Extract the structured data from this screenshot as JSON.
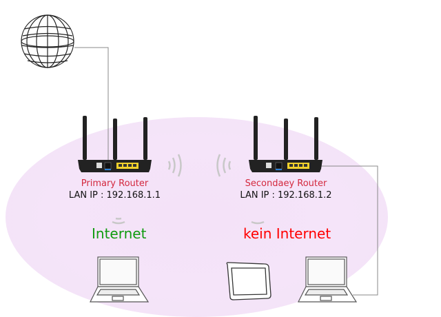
{
  "diagram": {
    "title": "Router network diagram",
    "colors": {
      "wifi_zone": "#f4e2f8",
      "router_label": "#d3283d",
      "internet_ok": "#0f9b0f",
      "internet_fail": "#ff0000",
      "cable": "#888888"
    },
    "nodes": {
      "internet": {
        "icon": "globe-icon"
      },
      "primary_router": {
        "icon": "router-icon",
        "name": "Primary Router",
        "ip_label": "LAN IP : 192.168.1.1"
      },
      "secondary_router": {
        "icon": "router-icon",
        "name": "Secondaey Router",
        "ip_label": "LAN IP : 192.168.1.2"
      },
      "laptop_primary": {
        "icon": "laptop-icon"
      },
      "tablet_secondary": {
        "icon": "tablet-icon"
      },
      "laptop_secondary_wired": {
        "icon": "laptop-icon"
      }
    },
    "status": {
      "primary": "Internet",
      "secondary": "kein Internet"
    },
    "connections": [
      {
        "from": "internet",
        "to": "primary_router",
        "type": "wired"
      },
      {
        "from": "primary_router",
        "to": "secondary_router",
        "type": "wireless"
      },
      {
        "from": "secondary_router",
        "to": "laptop_secondary_wired",
        "type": "wired"
      }
    ]
  }
}
